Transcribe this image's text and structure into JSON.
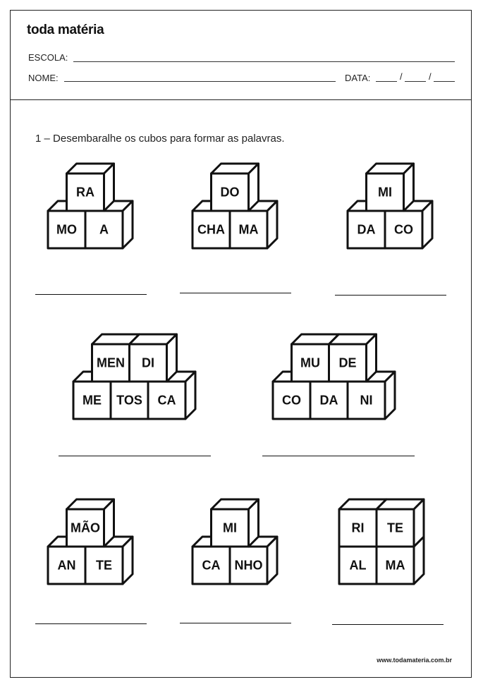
{
  "header": {
    "logo": "toda matéria",
    "school_label": "ESCOLA:",
    "name_label": "NOME:",
    "date_label": "DATA:",
    "date_separator": "/"
  },
  "exercise": {
    "instruction": "1 – Desembaralhe os cubos para formar as palavras.",
    "groups": [
      {
        "top": [
          "RA"
        ],
        "bottom": [
          "MO",
          "A"
        ]
      },
      {
        "top": [
          "DO"
        ],
        "bottom": [
          "CHA",
          "MA"
        ]
      },
      {
        "top": [
          "MI"
        ],
        "bottom": [
          "DA",
          "CO"
        ]
      },
      {
        "top": [
          "MEN",
          "DI"
        ],
        "bottom": [
          "ME",
          "TOS",
          "CA"
        ]
      },
      {
        "top": [
          "MU",
          "DE"
        ],
        "bottom": [
          "CO",
          "DA",
          "NI"
        ]
      },
      {
        "top": [
          "MÃO"
        ],
        "bottom": [
          "AN",
          "TE"
        ]
      },
      {
        "top": [
          "MI"
        ],
        "bottom": [
          "CA",
          "NHO"
        ]
      },
      {
        "top": [
          "RI",
          "TE"
        ],
        "bottom": [
          "AL",
          "MA"
        ]
      }
    ]
  },
  "footer": {
    "url": "www.todamateria.com.br"
  }
}
